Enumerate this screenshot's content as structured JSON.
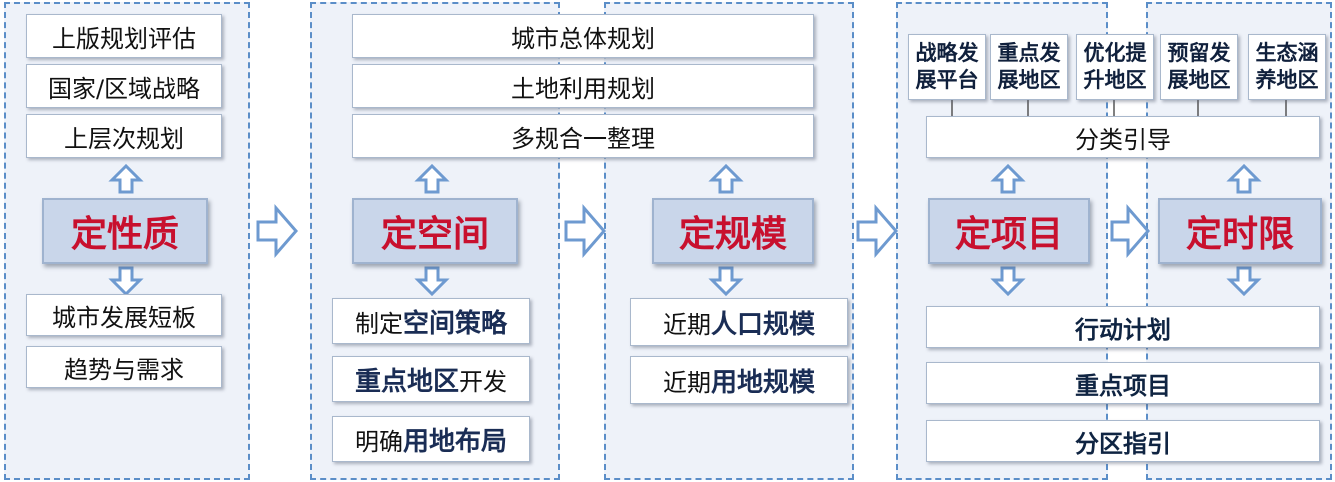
{
  "col1": {
    "inputs": [
      "上版规划评估",
      "国家/区域战略",
      "上层次规划"
    ],
    "core": "定性质",
    "outputs": [
      "城市发展短板",
      "趋势与需求"
    ]
  },
  "col2": {
    "inputs": [
      "城市总体规划",
      "土地利用规划",
      "多规合一整理"
    ],
    "core_space": "定空间",
    "core_scale": "定规模",
    "space_outputs": [
      {
        "pre": "制定",
        "hl": "空间策略",
        "post": ""
      },
      {
        "pre": "",
        "hl": "重点地区",
        "post": "开发"
      },
      {
        "pre": "明确",
        "hl": "用地布局",
        "post": ""
      }
    ],
    "scale_outputs": [
      {
        "pre": "近期",
        "hl": "人口规模",
        "post": ""
      },
      {
        "pre": "近期",
        "hl": "用地规模",
        "post": ""
      }
    ]
  },
  "col3": {
    "zones": [
      "战略发展平台",
      "重点发展地区",
      "优化提升地区",
      "预留发展地区",
      "生态涵养地区"
    ],
    "guide": "分类引导",
    "core_project": "定项目",
    "core_time": "定时限",
    "outputs": [
      "行动计划",
      "重点项目",
      "分区指引"
    ]
  },
  "colors": {
    "panel_border": "#5b8ec8",
    "panel_fill": "#eef2f9",
    "core_fill": "#c9d6ea",
    "core_text": "#c8102e",
    "arrow": "#6e9ad0"
  }
}
